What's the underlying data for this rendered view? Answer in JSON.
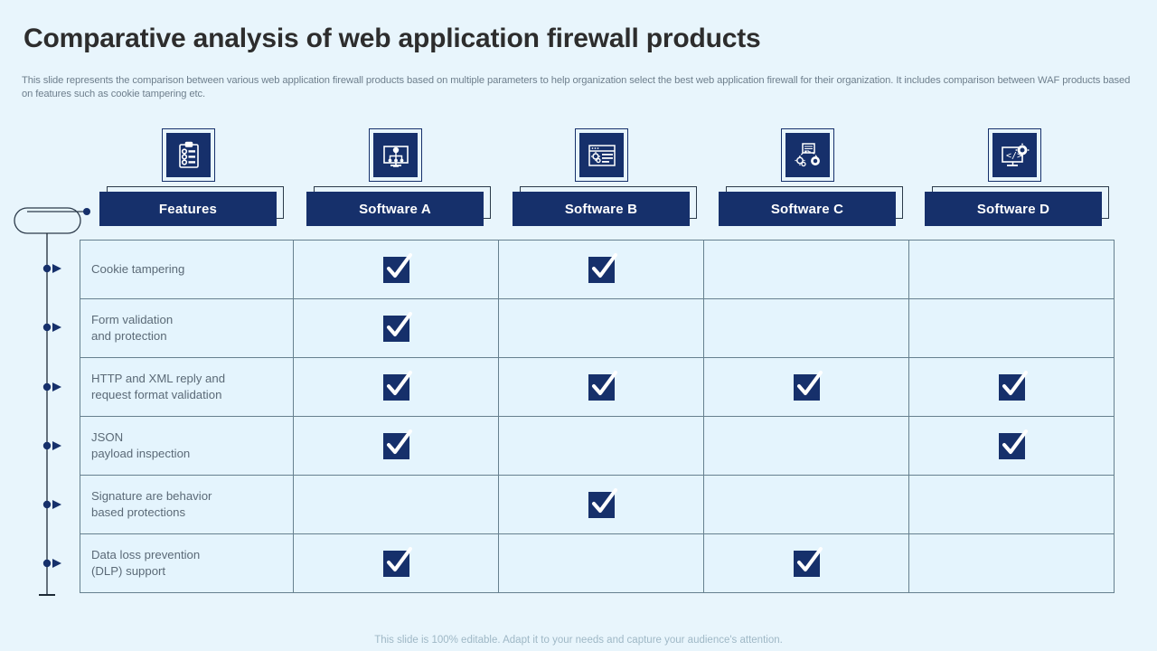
{
  "slide": {
    "title": "Comparative analysis of web application firewall products",
    "subtitle": "This slide represents the comparison between various web application firewall products based on multiple parameters to help organization select the best web application firewall for their organization. It includes comparison between WAF products based on features such as cookie tampering etc.",
    "footer": "This slide is 100% editable. Adapt it to your needs and capture your audience's attention."
  },
  "colors": {
    "navy": "#16306b",
    "background": "#e8f5fc",
    "cell_background": "#e4f4fd",
    "border": "#66808f",
    "title": "#2d2d2d",
    "subtitle": "#6e7f8d",
    "footer": "#9fb8c6",
    "feature_text": "#5b6a77"
  },
  "icons": [
    {
      "name": "clipboard-checklist-icon",
      "column": "Features"
    },
    {
      "name": "monitor-network-diagram-icon",
      "column": "Software A"
    },
    {
      "name": "browser-window-gears-icon",
      "column": "Software B"
    },
    {
      "name": "gears-document-cycle-icon",
      "column": "Software C"
    },
    {
      "name": "monitor-code-gear-icon",
      "column": "Software D"
    }
  ],
  "table": {
    "headers": [
      {
        "label": "Features"
      },
      {
        "label": "Software A"
      },
      {
        "label": "Software B"
      },
      {
        "label": "Software C"
      },
      {
        "label": "Software D"
      }
    ],
    "rows": [
      {
        "feature_line1": "Cookie tampering",
        "feature_line2": "",
        "checks": [
          true,
          true,
          false,
          false
        ]
      },
      {
        "feature_line1": "Form validation",
        "feature_line2": "and protection",
        "checks": [
          true,
          false,
          false,
          false
        ]
      },
      {
        "feature_line1": "HTTP and XML reply and",
        "feature_line2": "request format validation",
        "checks": [
          true,
          true,
          true,
          true
        ]
      },
      {
        "feature_line1": "JSON",
        "feature_line2": "payload inspection",
        "checks": [
          true,
          false,
          false,
          true
        ]
      },
      {
        "feature_line1": "Signature are behavior",
        "feature_line2": "based protections",
        "checks": [
          false,
          true,
          false,
          false
        ]
      },
      {
        "feature_line1": "Data loss prevention",
        "feature_line2": "(DLP) support",
        "checks": [
          true,
          false,
          true,
          false
        ]
      }
    ]
  }
}
